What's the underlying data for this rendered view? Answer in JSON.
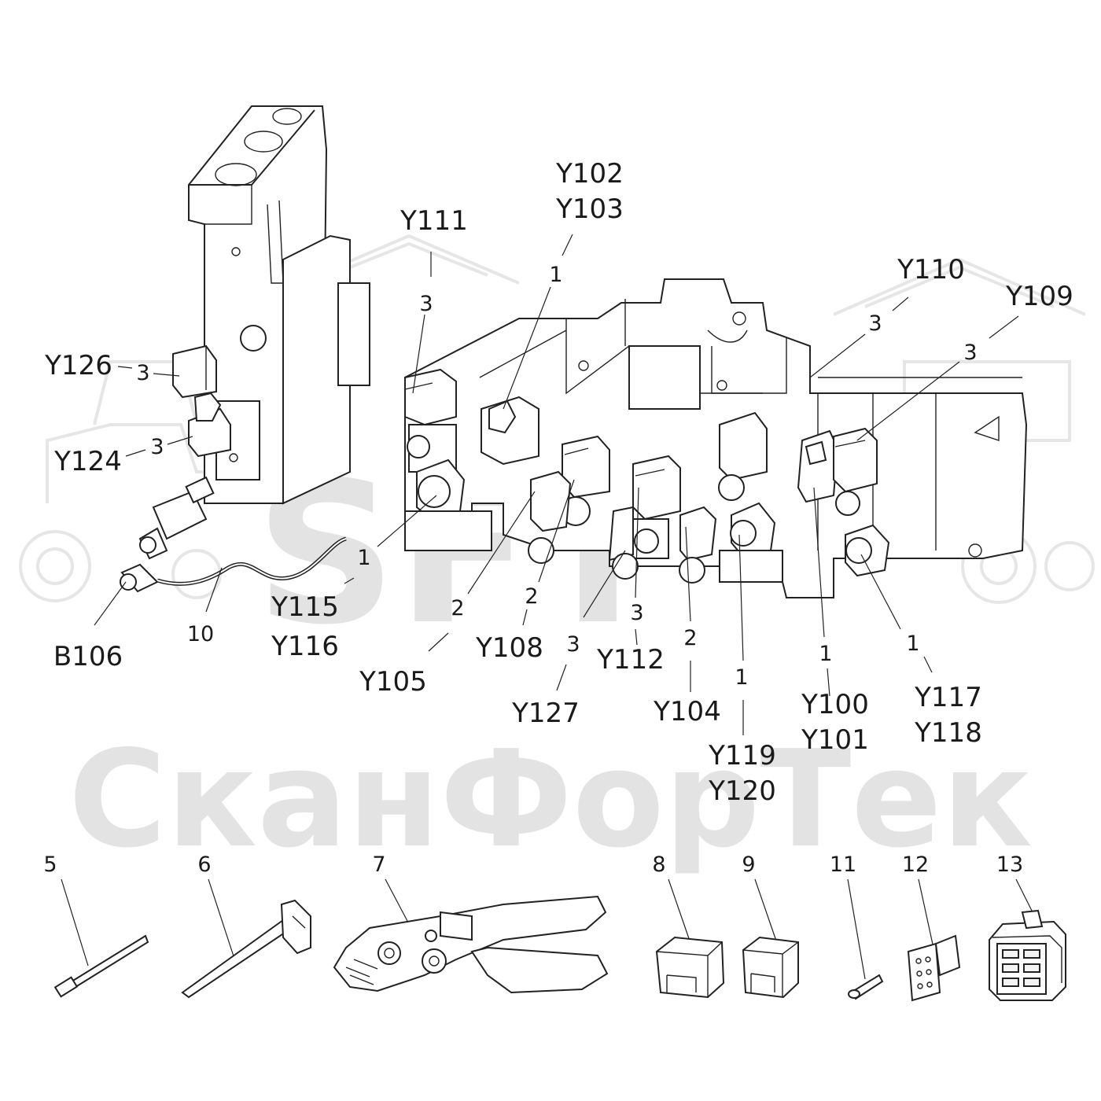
{
  "watermark": {
    "logo_text": "SFT",
    "text": "СканФорТек"
  },
  "solenoid_labels": [
    {
      "key": "y102",
      "lines": [
        "Y102",
        "Y103"
      ]
    },
    {
      "key": "y111",
      "lines": [
        "Y111"
      ]
    },
    {
      "key": "y110",
      "lines": [
        "Y110"
      ]
    },
    {
      "key": "y109",
      "lines": [
        "Y109"
      ]
    },
    {
      "key": "y126",
      "lines": [
        "Y126"
      ]
    },
    {
      "key": "y124",
      "lines": [
        "Y124"
      ]
    },
    {
      "key": "y115",
      "lines": [
        "Y115",
        "Y116"
      ]
    },
    {
      "key": "b106",
      "lines": [
        "B106"
      ]
    },
    {
      "key": "y105",
      "lines": [
        "Y105"
      ]
    },
    {
      "key": "y108",
      "lines": [
        "Y108"
      ]
    },
    {
      "key": "y112",
      "lines": [
        "Y112"
      ]
    },
    {
      "key": "y127",
      "lines": [
        "Y127"
      ]
    },
    {
      "key": "y104",
      "lines": [
        "Y104"
      ]
    },
    {
      "key": "y119",
      "lines": [
        "Y119",
        "Y120"
      ]
    },
    {
      "key": "y100",
      "lines": [
        "Y100",
        "Y101"
      ]
    },
    {
      "key": "y117",
      "lines": [
        "Y117",
        "Y118"
      ]
    }
  ],
  "callout_numbers": [
    "1",
    "3",
    "3",
    "3",
    "3",
    "3",
    "1",
    "10",
    "2",
    "2",
    "3",
    "3",
    "2",
    "1",
    "1",
    "1"
  ],
  "accessory_numbers": [
    "5",
    "6",
    "7",
    "8",
    "9",
    "11",
    "12",
    "13"
  ]
}
